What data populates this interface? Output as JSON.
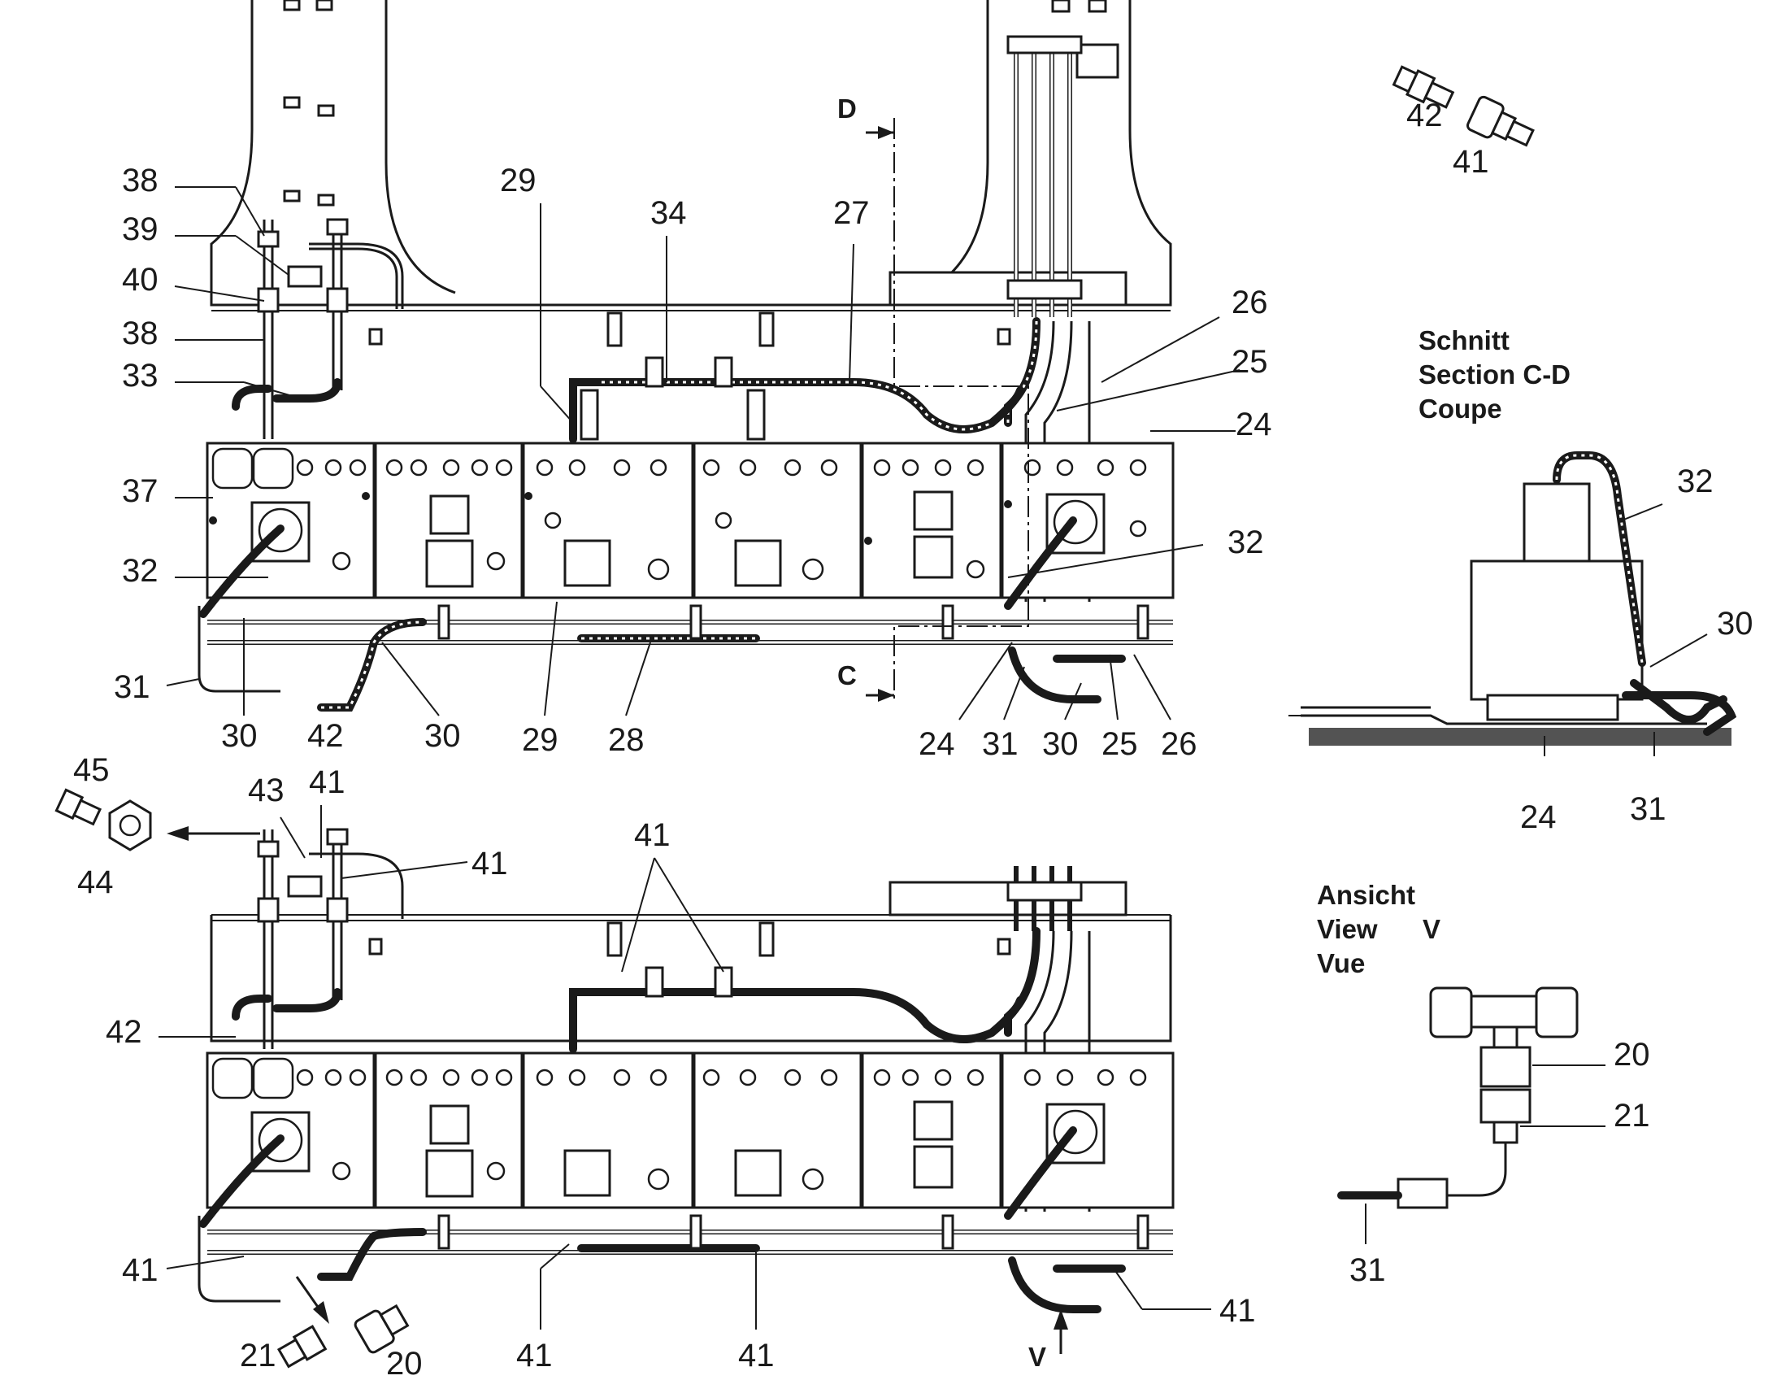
{
  "section_title": {
    "line1": "Schnitt",
    "line2": "Section C-D",
    "line3": "Coupe"
  },
  "view_title": {
    "line1": "Ansicht",
    "line2": "View",
    "line3": "Vue",
    "view_letter": "V"
  },
  "section_markers": {
    "top": "D",
    "bottom": "C",
    "view_arrow": "V"
  },
  "callouts_upper": [
    "38",
    "39",
    "40",
    "38",
    "33",
    "37",
    "32",
    "31",
    "30",
    "42",
    "30",
    "29",
    "29",
    "28",
    "34",
    "27",
    "26",
    "25",
    "24",
    "32",
    "24",
    "31",
    "30",
    "25",
    "26"
  ],
  "callouts_lower": [
    "45",
    "43",
    "41",
    "44",
    "41",
    "41",
    "42",
    "41",
    "21",
    "20",
    "41",
    "41",
    "41"
  ],
  "callouts_parts_top": [
    "42",
    "41"
  ],
  "callouts_section": [
    "32",
    "30",
    "24",
    "31"
  ],
  "callouts_view": [
    "20",
    "21",
    "31"
  ],
  "colors": {
    "line": "#1a1a1a",
    "background": "#ffffff"
  }
}
